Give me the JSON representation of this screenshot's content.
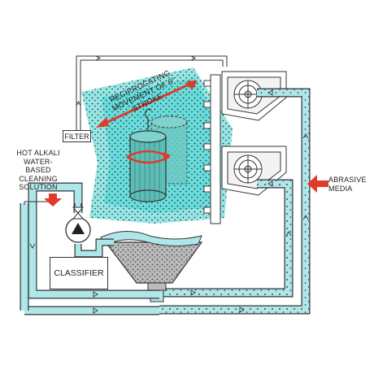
{
  "labels": {
    "reciprocating": "RECIPROCATING MOVEMENT OF 6\" STROKE",
    "filter": "FILTER",
    "cleaning_solution": "HOT ALKALI WATER-BASED CLEANING SOLUTION",
    "abrasive_media": "ABRASIVE MEDIA",
    "classifier": "CLASSIFIER"
  },
  "colors": {
    "fluid": "#aee6ea",
    "spray": "#3fd1d0",
    "outline": "#333333",
    "arrow": "#e03a2c",
    "hopper_media": "#b9b9b9"
  }
}
